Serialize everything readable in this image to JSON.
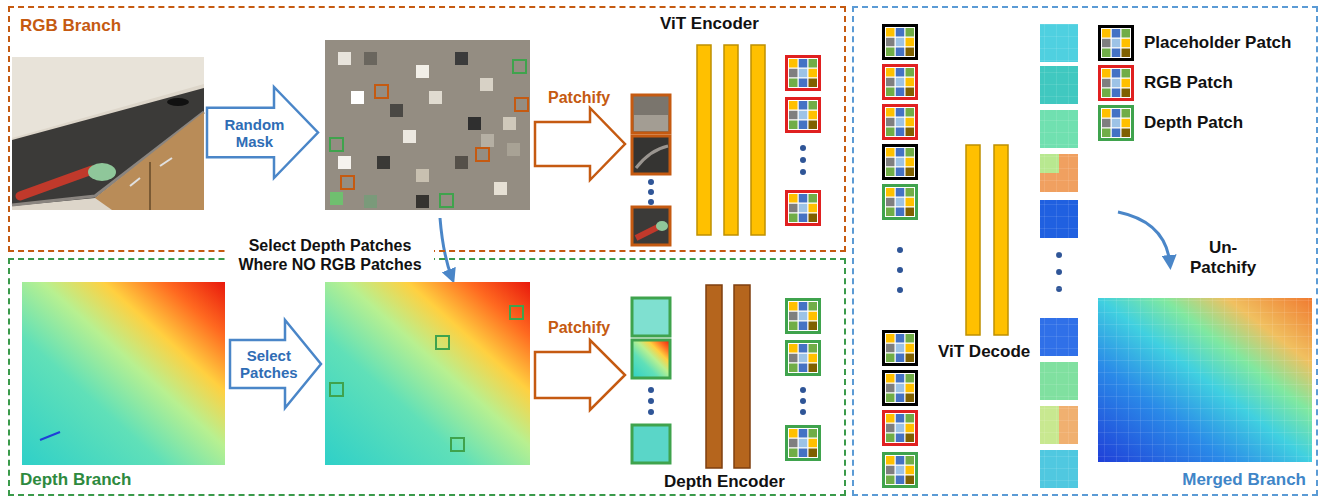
{
  "diagram": {
    "nodes": [
      {
        "text": [
          "RGB Branch"
        ]
      },
      {
        "text": [
          "Random Mask"
        ],
        "in": 0
      },
      {
        "text": [
          "Depth Branch"
        ]
      },
      {
        "text": [
          "Select Patches"
        ],
        "in": 2
      },
      {
        "text": [
          "Merged Branch"
        ]
      }
    ],
    "labels": [
      "Patchify",
      "ViT Encoder",
      "Select Depth Patches Where NO RGB Patches",
      "Patchify",
      "Depth Encoder",
      "ViT Decode",
      "Un-Patchify"
    ],
    "legend": [
      {
        "text": "Placeholder Patch"
      },
      {
        "text": "RGB Patch"
      },
      {
        "text": "Depth Patch"
      }
    ]
  }
}
